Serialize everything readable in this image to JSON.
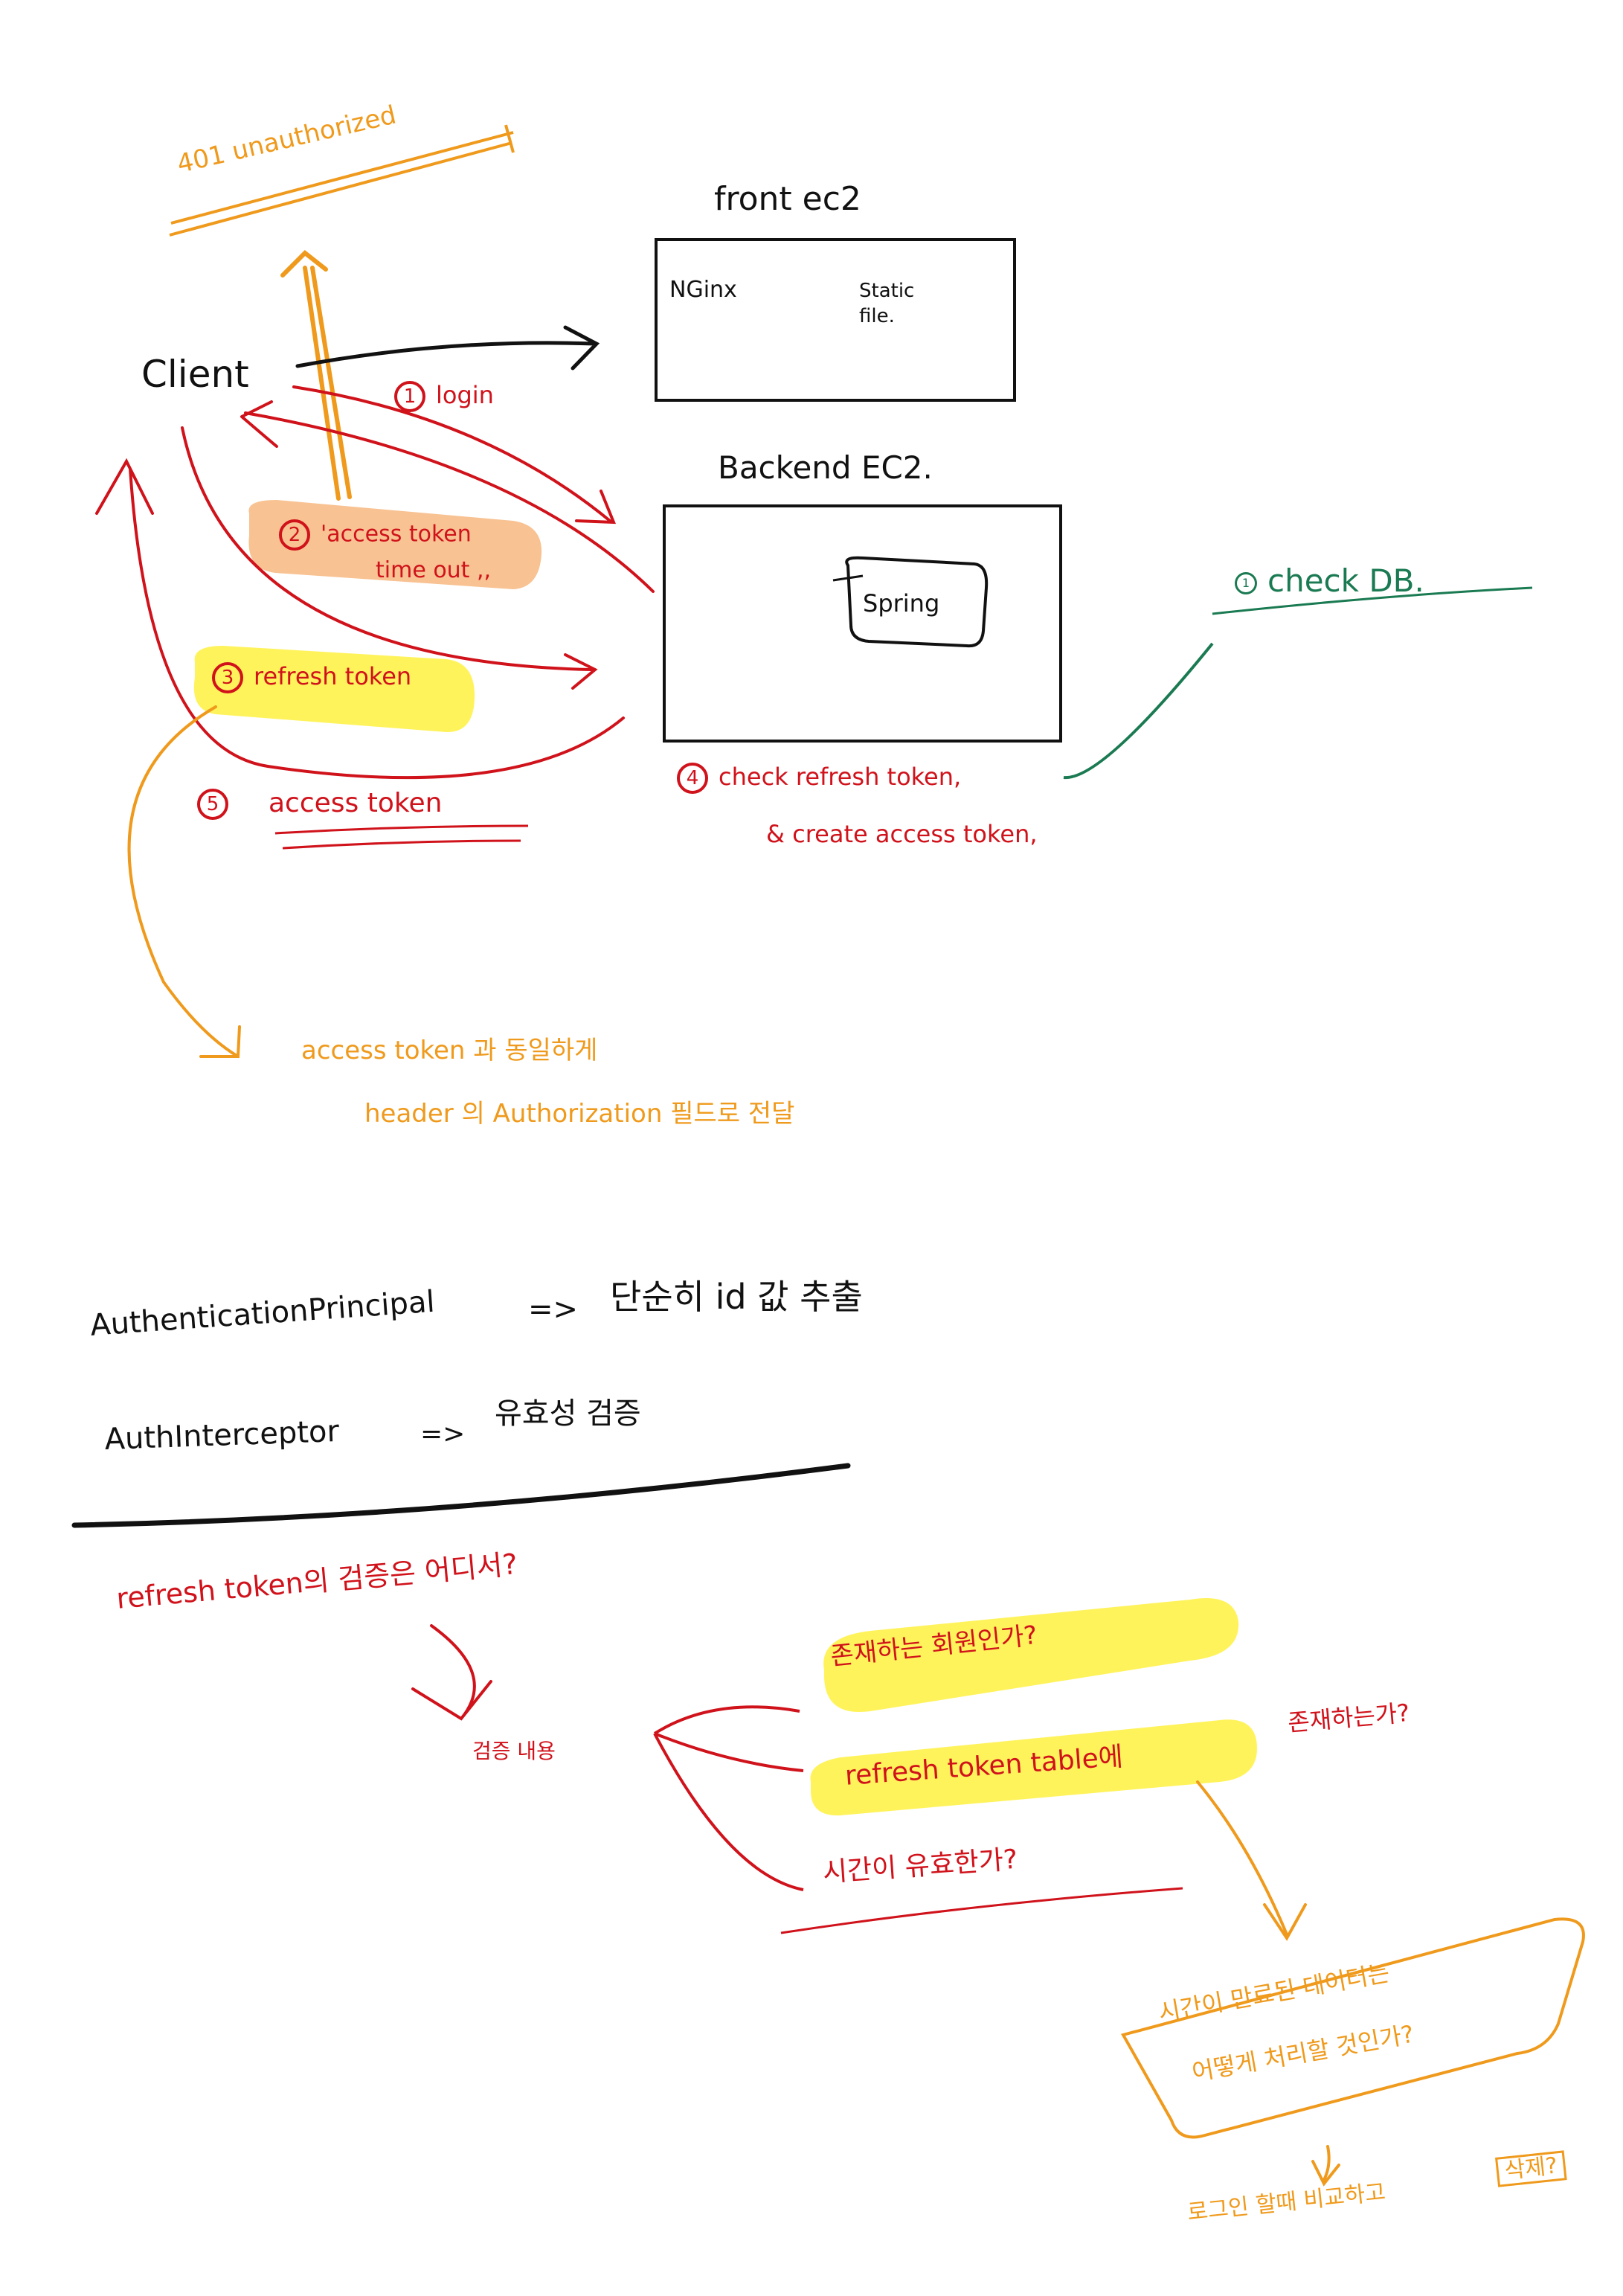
{
  "diagram": {
    "status_401": "401 unauthorized",
    "front_title": "front      ec2",
    "front_nginx": "NGinx",
    "front_static": "Static file.",
    "backend_title": "Backend    EC2.",
    "backend_spring": "Spring",
    "client": "Client",
    "step1": {
      "num": "1",
      "text": "login"
    },
    "step2": {
      "num": "2",
      "line1": "'access token",
      "line2": "time out ,,"
    },
    "step3": {
      "num": "3",
      "text": "refresh token"
    },
    "step4": {
      "num": "4",
      "line1": "check refresh token,",
      "line2": "& create access token,"
    },
    "step5": {
      "num": "5",
      "text": "access token"
    },
    "check_db": {
      "num": "1",
      "text": "check DB."
    },
    "note_line1": "access token 과 동일하게",
    "note_line2": "header 의 Authorization 필드로 전달"
  },
  "notes": {
    "auth_principal": "AuthenticationPrincipal",
    "auth_principal_desc": "단순히 id 값 추출",
    "auth_interceptor": "AuthInterceptor",
    "auth_interceptor_desc": "유효성 검증",
    "arrow": "=>",
    "question": "refresh token의 검증은 어디서?",
    "verify": "검증 내용",
    "branch1": "존재하는 회원인가?",
    "branch2a": "refresh token table에",
    "branch2b": "존재하는가?",
    "branch3": "시간이 유효한가?",
    "expired_line1": "시간이 만료된 데이터는",
    "expired_line2": "어떻게 처리할 것인가?",
    "compare": "로그인 할때 비교하고",
    "delete": "삭제?"
  },
  "colors": {
    "black": "#111111",
    "red": "#d0121b",
    "orange": "#ef9a1c",
    "green": "#1a7a52",
    "yellow_highlight": "#fff35c",
    "peach_highlight": "#f7bb86"
  }
}
